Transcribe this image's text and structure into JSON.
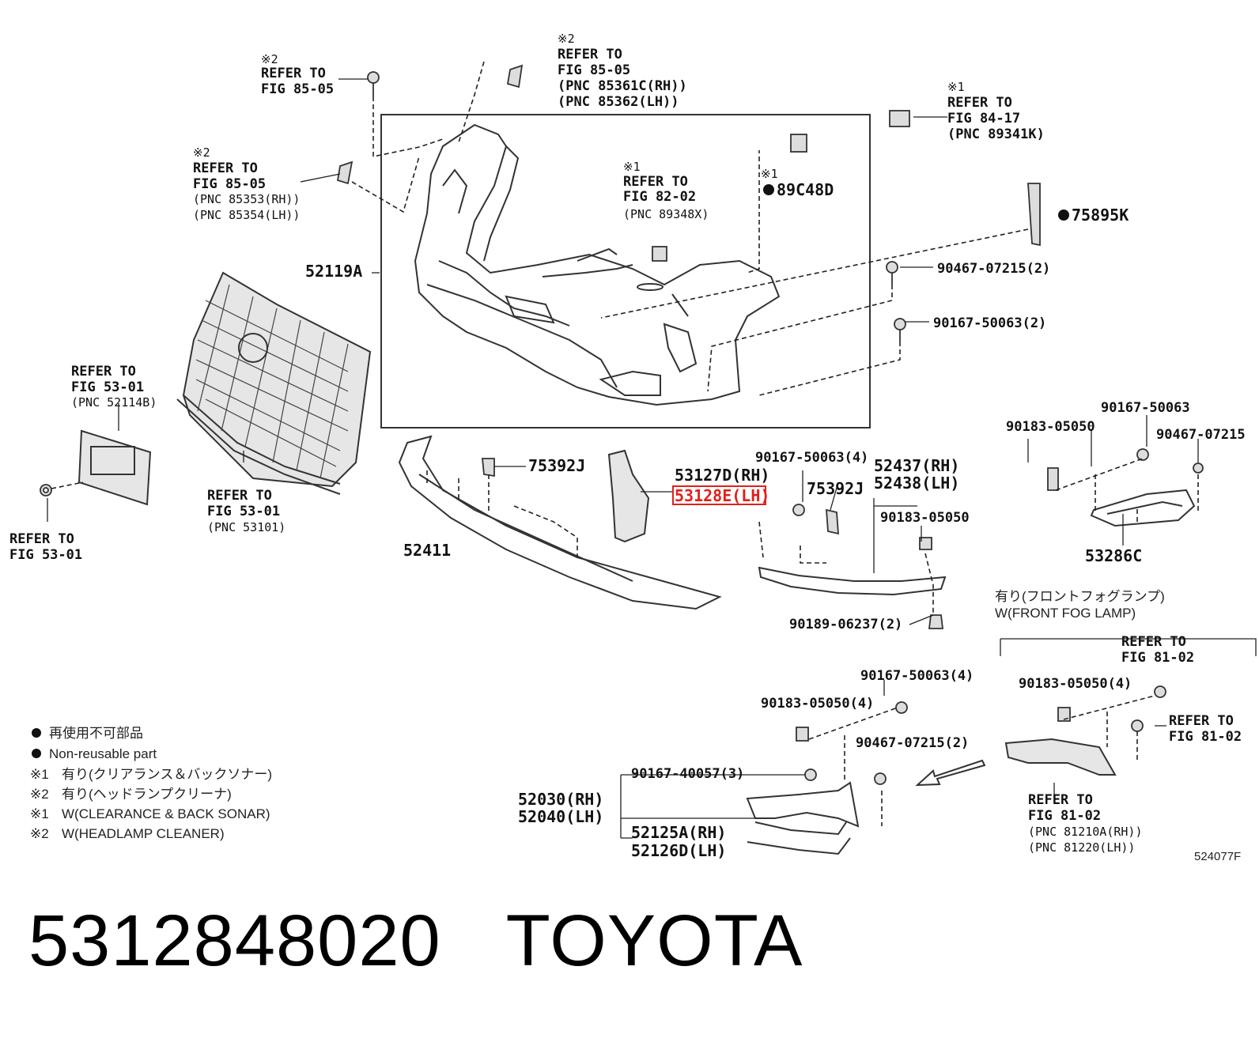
{
  "footer": {
    "part_number": "5312848020",
    "brand": "TOYOTA"
  },
  "labels": {
    "tl_mark": "※2",
    "tl_refer": "REFER TO",
    "tl_fig": "FIG 85-05",
    "tc_mark": "※2",
    "tc_refer": "REFER TO",
    "tc_fig": "FIG 85-05",
    "tc_pnc1": "(PNC 85361C(RH))",
    "tc_pnc2": "(PNC 85362(LH))",
    "tr_mark": "※1",
    "tr_refer": "REFER TO",
    "tr_fig": "FIG 84-17",
    "tr_pnc": "(PNC 89341K)",
    "ml_mark": "※2",
    "ml_refer": "REFER TO",
    "ml_fig": "FIG 85-05",
    "ml_pnc1": "(PNC 85353(RH))",
    "ml_pnc2": "(PNC 85354(LH))",
    "cs_mark": "※1",
    "cs_refer": "REFER TO",
    "cs_fig": "FIG 82-02",
    "cs_pnc": "(PNC 89348X)",
    "p89_mark": "※1",
    "p89": "89C48D",
    "p75895": "75895K",
    "p90467a": "90467-07215(2)",
    "p90167a": "90167-50063(2)",
    "p52119": "52119A",
    "gr_refer": "REFER TO",
    "gr_fig": "FIG 53-01",
    "gr_pnc": "(PNC 52114B)",
    "gr2_refer": "REFER TO",
    "gr2_fig": "FIG 53-01",
    "gr2_pnc": "(PNC 53101)",
    "bl_refer": "REFER TO",
    "bl_fig": "FIG 53-01",
    "p75392a": "75392J",
    "p53127": "53127D(RH)",
    "p53128": "53128E(LH)",
    "p52411": "52411",
    "p90167b": "90167-50063(4)",
    "p75392b": "75392J",
    "p52437": "52437(RH)",
    "p52438": "52438(LH)",
    "p90183a": "90183-05050",
    "p90189": "90189-06237(2)",
    "r90183": "90183-05050",
    "r90167": "90167-50063",
    "r90467": "90467-07215",
    "p53286": "53286C",
    "fog_jp": "有り(フロントフォグランプ)",
    "fog_en": "W(FRONT FOG LAMP)",
    "f_refer": "REFER TO",
    "f_fig": "FIG 81-02",
    "f90183": "90183-05050(4)",
    "f2_refer": "REFER TO",
    "f2_fig": "FIG 81-02",
    "f3_refer": "REFER TO",
    "f3_fig": "FIG 81-02",
    "f3_pnc1": "(PNC 81210A(RH))",
    "f3_pnc2": "(PNC 81220(LH))",
    "b90167a": "90167-50063(4)",
    "b90183": "90183-05050(4)",
    "b90467": "90467-07215(2)",
    "b90167b": "90167-40057(3)",
    "p52030": "52030(RH)",
    "p52040": "52040(LH)",
    "p52125": "52125A(RH)",
    "p52126": "52126D(LH)",
    "code": "524077F"
  },
  "legend": {
    "l1": "再使用不可部品",
    "l2": "Non-reusable part",
    "l3m": "※1",
    "l3": "有り(クリアランス＆バックソナー)",
    "l4m": "※2",
    "l4": "有り(ヘッドランプクリーナ)",
    "l5m": "※1",
    "l5": "W(CLEARANCE & BACK SONAR)",
    "l6m": "※2",
    "l6": "W(HEADLAMP CLEANER)"
  },
  "colors": {
    "highlight": "#e0201a",
    "line": "#222222"
  }
}
